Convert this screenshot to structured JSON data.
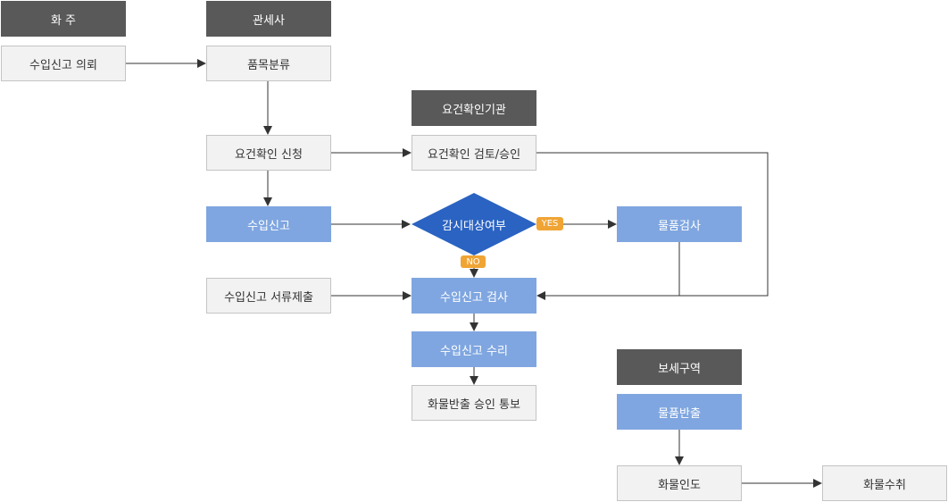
{
  "headers": {
    "shipper": "화 주",
    "customs_broker": "관세사",
    "requirement_agency": "요건확인기관",
    "bonded_area": "보세구역"
  },
  "nodes": {
    "import_request": "수입신고 의뢰",
    "item_classification": "품목분류",
    "requirement_apply": "요건확인 신청",
    "requirement_review": "요건확인 검토/승인",
    "import_declaration": "수입신고",
    "surveillance_check": "감시대상여부",
    "cargo_inspection": "물품검사",
    "document_submission": "수입신고 서류제출",
    "declaration_inspection": "수입신고 검사",
    "declaration_acceptance": "수입신고 수리",
    "release_approval_notice": "화물반출 승인 통보",
    "cargo_release": "물품반출",
    "cargo_delivery": "화물인도",
    "cargo_receipt": "화물수취"
  },
  "badges": {
    "yes": "YES",
    "no": "NO"
  },
  "colors": {
    "header": "#595959",
    "plain_box": "#f2f2f2",
    "blue_box": "#7fa6e0",
    "diamond": "#2a63c2",
    "badge": "#f0a434",
    "line": "#333333"
  }
}
